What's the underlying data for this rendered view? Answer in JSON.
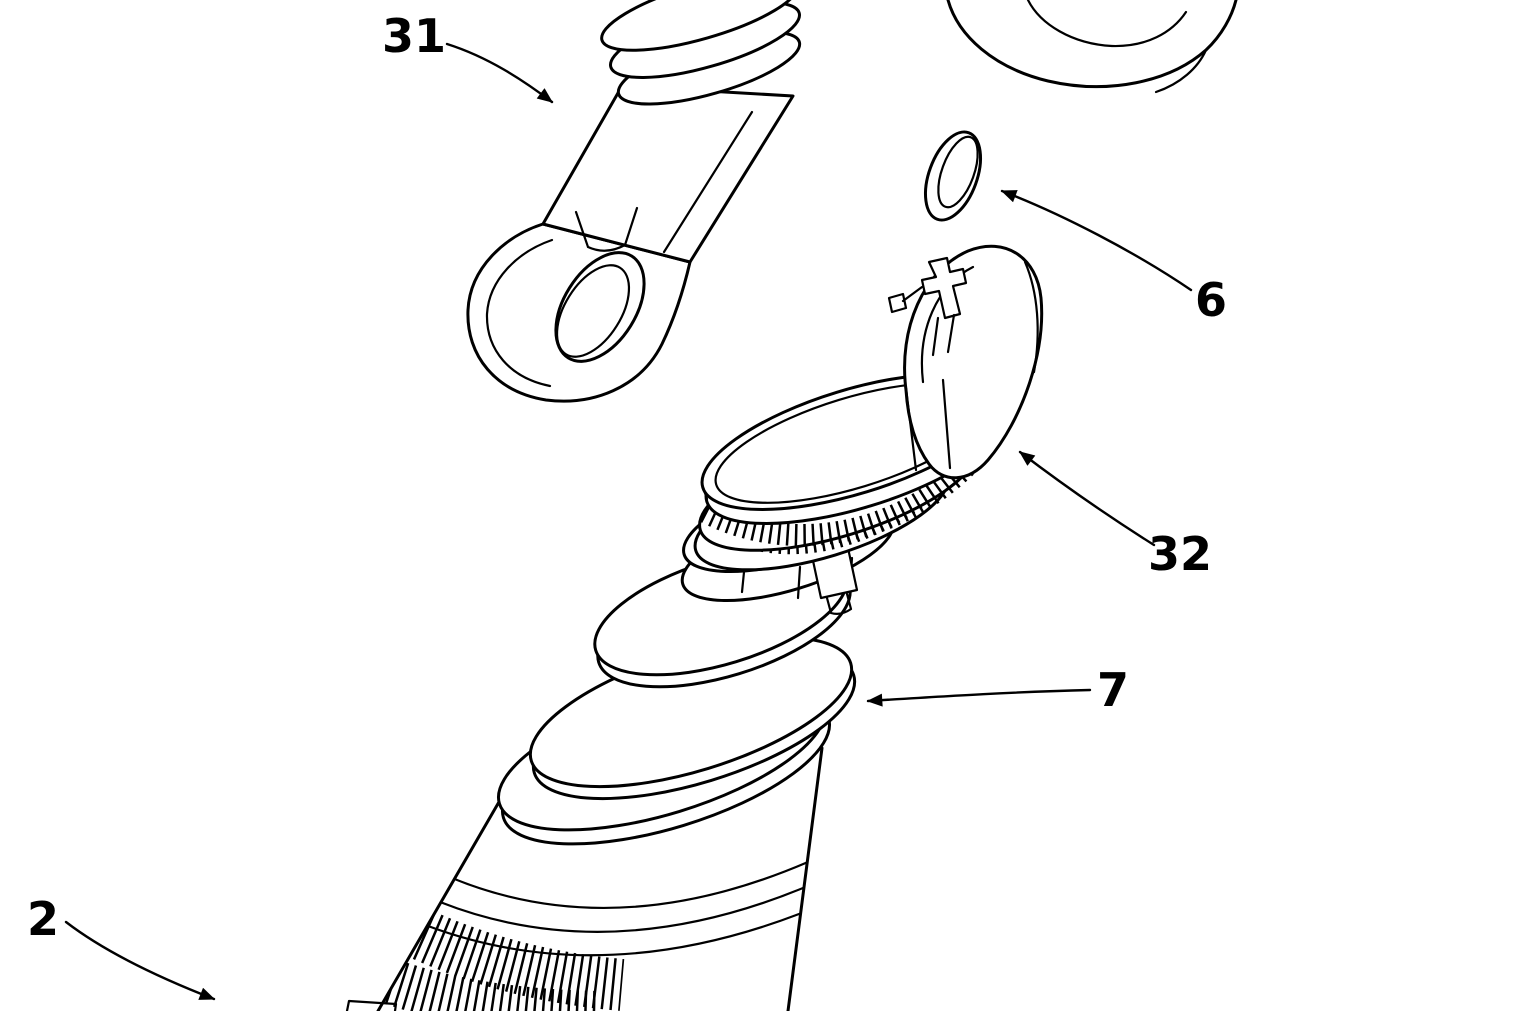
{
  "figure": {
    "colors": {
      "ink": "#000000",
      "paper": "#ffffff"
    },
    "labels": [
      {
        "text": "31"
      },
      {
        "text": "6"
      },
      {
        "text": "32"
      },
      {
        "text": "7"
      },
      {
        "text": "2"
      }
    ]
  }
}
